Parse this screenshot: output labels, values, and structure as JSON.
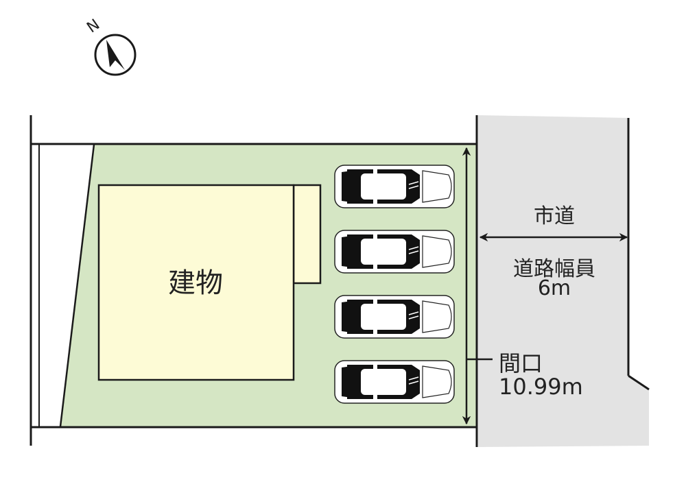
{
  "compass": {
    "label": "N"
  },
  "building": {
    "label": "建物"
  },
  "road": {
    "name": "市道",
    "width_label": "道路幅員",
    "width_value": "6m"
  },
  "frontage": {
    "label": "間口",
    "value": "10.99m"
  },
  "parking": {
    "car_count": 4
  },
  "colors": {
    "lot": "#d5e6c4",
    "building": "#fdfbd6",
    "road": "#e3e3e3",
    "line": "#1a1a1a"
  }
}
